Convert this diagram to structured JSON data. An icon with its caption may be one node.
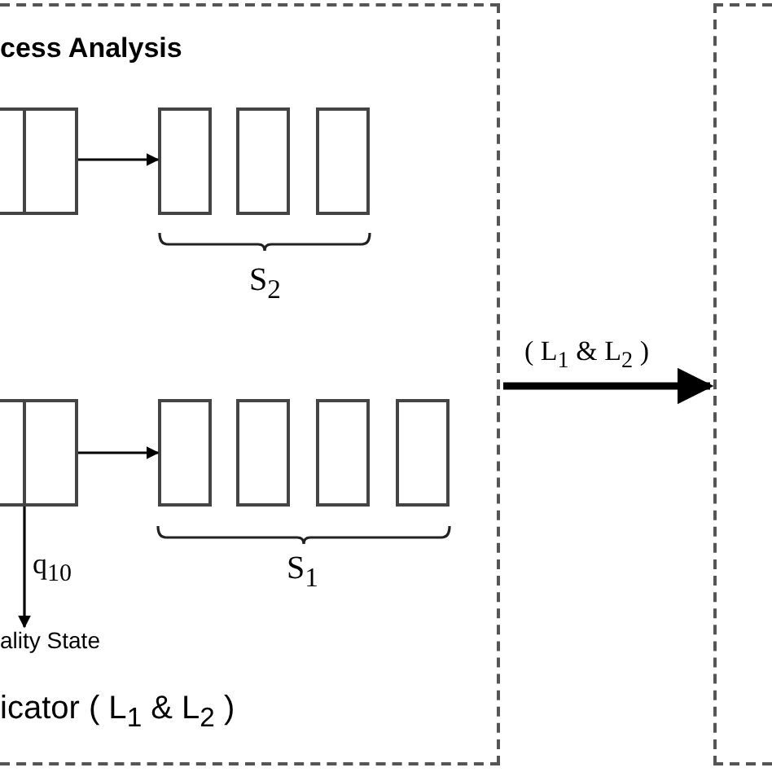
{
  "diagram": {
    "nodes": [
      {
        "text": [
          "cess Analysis",
          "icator ( L$_{1}$ & L$_{2}$ )"
        ]
      },
      {
        "text": [],
        "shape": "box"
      },
      {
        "text": [],
        "shape": "box",
        "in": 0
      },
      {
        "text": [],
        "shape": "box",
        "in": 0
      },
      {
        "text": [],
        "shape": "box",
        "in": 0
      },
      {
        "text": [],
        "shape": "box",
        "in": 0
      },
      {
        "text": [],
        "shape": "box",
        "in": 0
      },
      {
        "text": [],
        "shape": "box",
        "in": 0
      },
      {
        "text": [],
        "shape": "box",
        "in": 0
      },
      {
        "text": [],
        "shape": "box",
        "in": 0
      },
      {
        "text": [],
        "shape": "box",
        "in": 0
      },
      {
        "text": [
          "ality State"
        ],
        "in": 0
      }
    ],
    "edges": [
      {
        "from": 0,
        "to": 1,
        "arrow": "to",
        "label": "( L$_{1}$ & L$_{2}$ )",
        "style": "thick"
      },
      {
        "from": 2,
        "to": 3,
        "arrow": "to"
      },
      {
        "from": 6,
        "to": 7,
        "arrow": "to"
      },
      {
        "from": 6,
        "to": 11,
        "arrow": "to",
        "label": "q$_{10}$"
      }
    ],
    "labels": [
      "S$_{2}$",
      "S$_{1}$"
    ]
  }
}
